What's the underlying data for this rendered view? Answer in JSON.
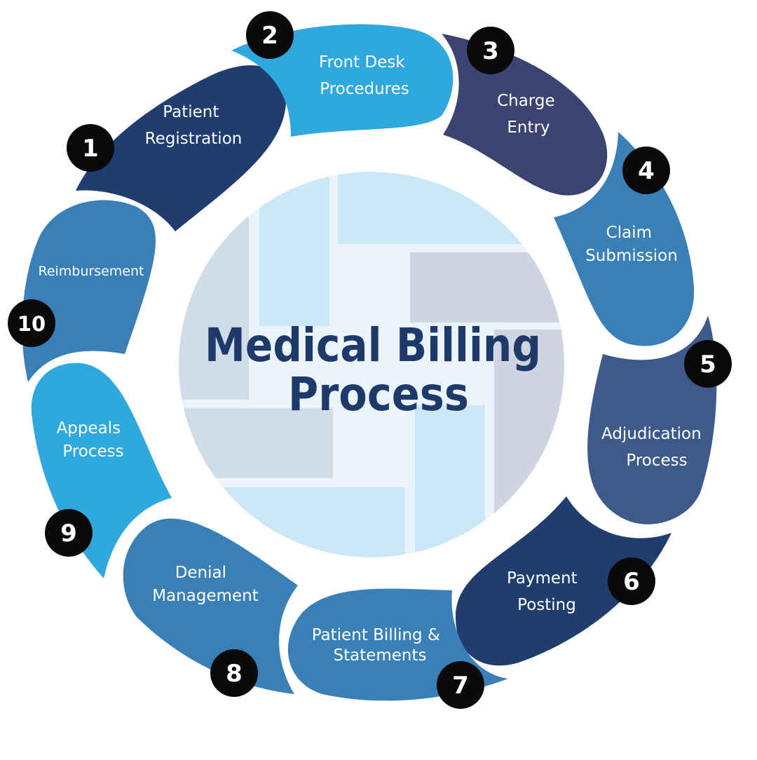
{
  "title": {
    "line1": "Medical Billing",
    "line2": "Process"
  },
  "steps": [
    {
      "number": "1",
      "lines": [
        "Patient",
        "Registration"
      ],
      "color": "#1f3d6e"
    },
    {
      "number": "2",
      "lines": [
        "Front Desk",
        "Procedures"
      ],
      "color": "#2fa8e0"
    },
    {
      "number": "3",
      "lines": [
        "Charge",
        "Entry"
      ],
      "color": "#3b4470"
    },
    {
      "number": "4",
      "lines": [
        "Claim",
        "Submission"
      ],
      "color": "#3a80b8"
    },
    {
      "number": "5",
      "lines": [
        "Adjudication",
        "Process"
      ],
      "color": "#3d5a8a"
    },
    {
      "number": "6",
      "lines": [
        "Payment",
        "Posting"
      ],
      "color": "#1f3d6e"
    },
    {
      "number": "7",
      "lines": [
        "Patient Billing &",
        "Statements"
      ],
      "color": "#3a80b8"
    },
    {
      "number": "8",
      "lines": [
        "Denial",
        "Management"
      ],
      "color": "#3a80b8"
    },
    {
      "number": "9",
      "lines": [
        "Appeals",
        "Process"
      ],
      "color": "#2fa8e0"
    },
    {
      "number": "10",
      "lines": [
        "Reimbursement"
      ],
      "color": "#3a80b8"
    }
  ],
  "colors": {
    "title": "#1e3a6b",
    "badge": "#0a0a0a",
    "center_light": "#cce7f5",
    "center_gray": "#d0d4e0"
  },
  "icons": {
    "center": "medical-billing-emblem-icon"
  }
}
